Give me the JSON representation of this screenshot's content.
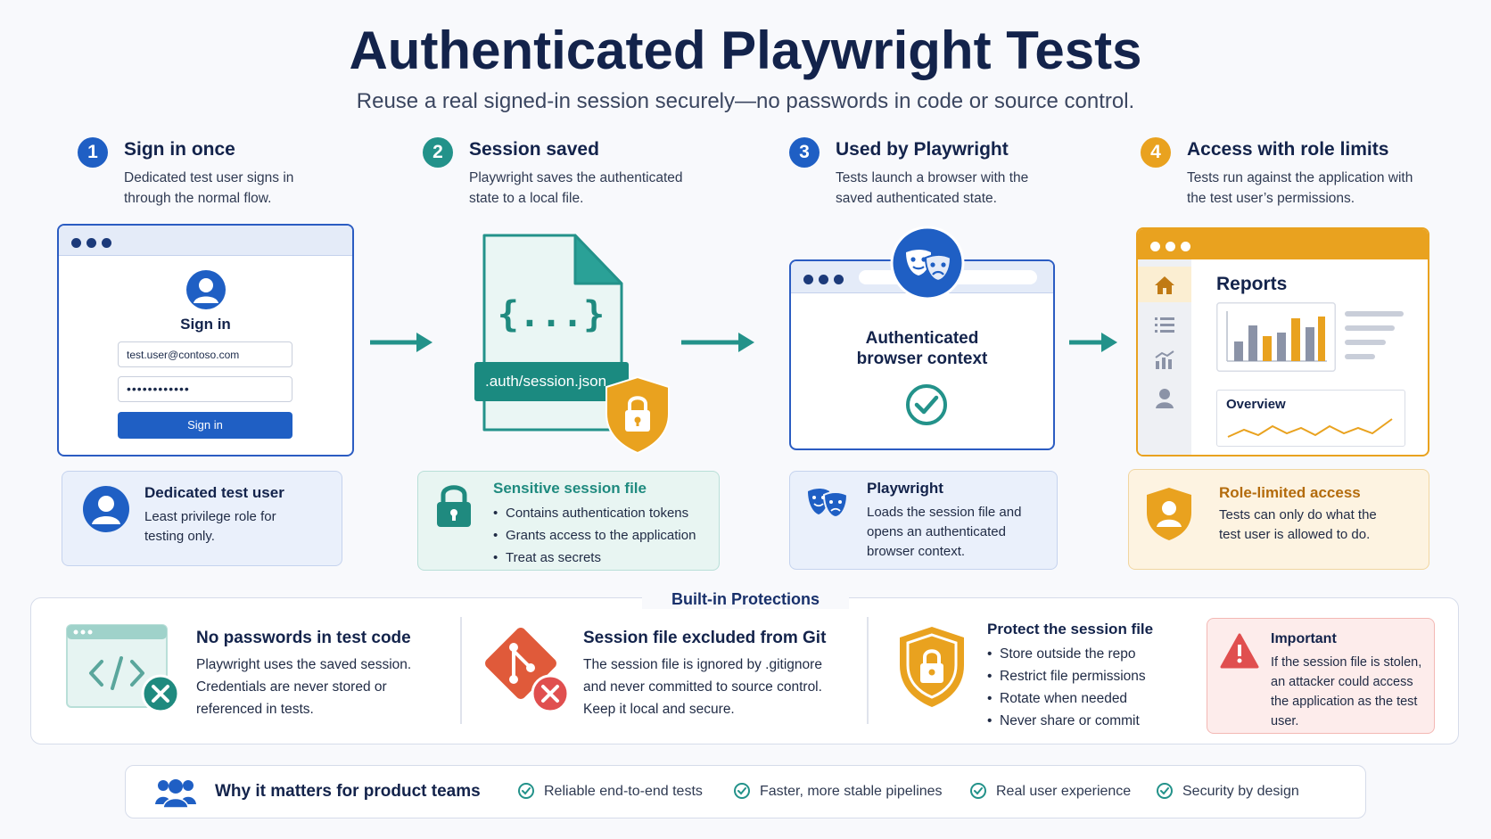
{
  "header": {
    "title": "Authenticated Playwright Tests",
    "subtitle": "Reuse a real signed-in session securely—no passwords in code or source control."
  },
  "colors": {
    "blue": "#1f5fc4",
    "teal": "#23928a",
    "amber": "#e9a21f",
    "navy": "#13234b",
    "red": "#e04f4f"
  },
  "steps": [
    {
      "num": "1",
      "title": "Sign in once",
      "desc": "Dedicated test user signs in through the normal flow."
    },
    {
      "num": "2",
      "title": "Session saved",
      "desc": "Playwright saves the authenticated state to a local file."
    },
    {
      "num": "3",
      "title": "Used by Playwright",
      "desc": "Tests launch a browser with the saved authenticated state."
    },
    {
      "num": "4",
      "title": "Access with role limits",
      "desc": "Tests run against the application with the test user’s permissions."
    }
  ],
  "signin": {
    "heading": "Sign in",
    "email_value": "test.user@contoso.com",
    "password_value": "••••••••••••",
    "button_label": "Sign in"
  },
  "session_file": {
    "braces": "{...}",
    "filename": ".auth/session.json"
  },
  "browser_context": {
    "label": "Authenticated browser context"
  },
  "reports": {
    "title": "Reports",
    "overview": "Overview"
  },
  "cards": [
    {
      "title": "Dedicated test user",
      "desc": "Least privilege role for testing only."
    },
    {
      "title": "Sensitive session file",
      "items": [
        "Contains authentication tokens",
        "Grants access to the application",
        "Treat as secrets"
      ]
    },
    {
      "title": "Playwright",
      "desc": "Loads the session file and opens an authenticated browser context."
    },
    {
      "title": "Role-limited access",
      "desc": "Tests can only do what the test user is allowed to do."
    }
  ],
  "protections": {
    "title": "Built-in Protections",
    "items": [
      {
        "title": "No passwords in test code",
        "desc": "Playwright uses the saved session. Credentials are never stored or referenced in tests."
      },
      {
        "title": "Session file excluded from Git",
        "desc": "The session file is ignored by .gitignore and never committed to source control. Keep it local and secure."
      },
      {
        "title": "Protect the session file",
        "items": [
          "Store outside the repo",
          "Restrict file permissions",
          "Rotate when needed",
          "Never share or commit"
        ]
      }
    ],
    "important": {
      "title": "Important",
      "desc": "If the session file is stolen, an attacker could access the application as the test user."
    }
  },
  "why": {
    "title": "Why it matters for product teams",
    "items": [
      "Reliable end-to-end tests",
      "Faster, more stable pipelines",
      "Real user experience",
      "Security by design"
    ]
  }
}
